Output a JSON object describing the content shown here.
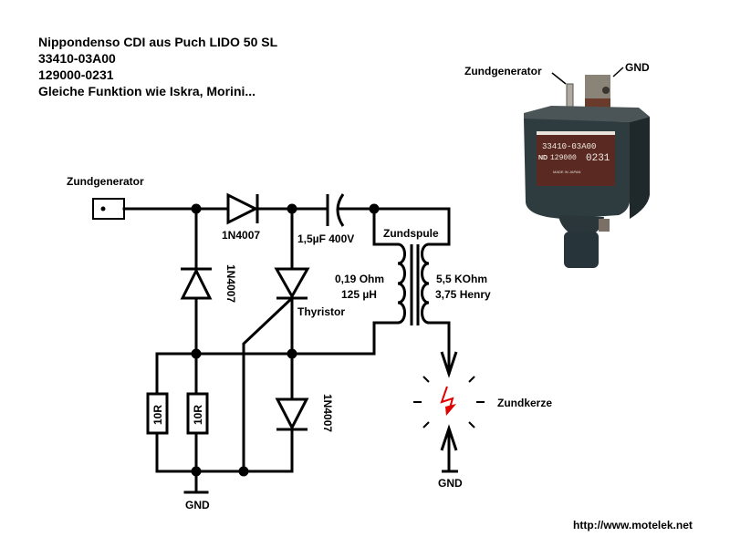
{
  "header": {
    "lines": [
      "Nippondenso CDI aus Puch LIDO 50 SL",
      "33410-03A00",
      "129000-0231",
      "Gleiche Funktion wie Iskra, Morini..."
    ]
  },
  "schematic": {
    "input_label": "Zundgenerator",
    "diode_series_label": "1N4007",
    "diode_shunt_label": "1N4007",
    "diode_bottom_label": "1N4007",
    "capacitor_label": "1,5µF 400V",
    "coil_label": "Zundspule",
    "primary_label_1": "0,19 Ohm",
    "primary_label_2": "125 µH",
    "secondary_label_1": "5,5 KOhm",
    "secondary_label_2": "3,75 Henry",
    "thyristor_label": "Thyristor",
    "resistor_1_label": "10R",
    "resistor_2_label": "10R",
    "ground_label": "GND",
    "spark_plug_label": "Zundkerze",
    "spark_ground_label": "GND",
    "spark_color": "#e00000"
  },
  "photo": {
    "label_generator": "Zundgenerator",
    "label_ground": "GND",
    "part_line_1": "33410-03A00",
    "part_line_2_prefix": "ND",
    "part_line_2": "129000",
    "part_line_2_suffix": "0231",
    "made_in": "MADE IN JAPAN",
    "body_color": "#2c3a3e",
    "label_bg_color": "#5a2a22"
  },
  "footer": {
    "url": "http://www.motelek.net"
  }
}
